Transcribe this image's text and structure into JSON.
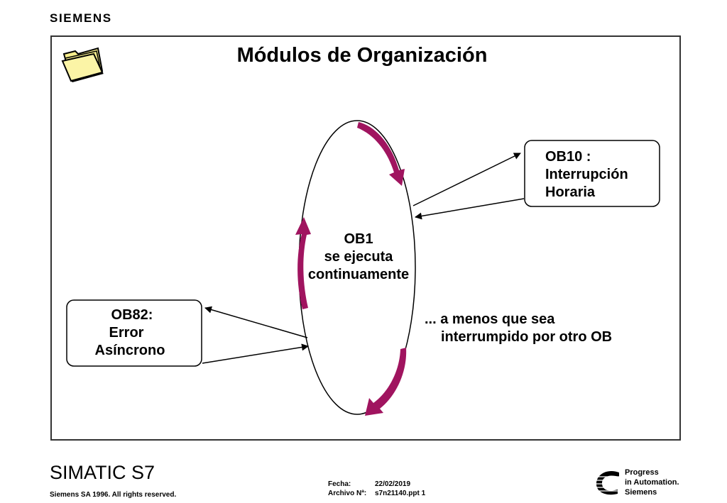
{
  "header": {
    "brand": "SIEMENS"
  },
  "slide": {
    "title": "Módulos de Organización",
    "ob10": {
      "lines": [
        "OB10 :",
        "Interrupción",
        "Horaria"
      ]
    },
    "ob82": {
      "lines": [
        "OB82:",
        "Error",
        "Asíncrono"
      ]
    },
    "ob1": {
      "lines": [
        "OB1",
        "se ejecuta",
        "continuamente"
      ]
    },
    "note": {
      "lines": [
        "... a menos que sea",
        "interrumpido por otro OB"
      ]
    }
  },
  "footer": {
    "product": "SIMATIC S7",
    "copyright": "Siemens SA 1996. All rights reserved.",
    "date_label": "Fecha:",
    "date_value": "22/02/2019",
    "file_label": "Archivo Nª:",
    "file_value": "s7n21140.ppt 1",
    "slogan": [
      "Progress",
      "in Automation.",
      "Siemens"
    ]
  },
  "colors": {
    "cycle_arrow": "#a0145f",
    "folder": "#f7ee8c",
    "frame": "#333333"
  }
}
